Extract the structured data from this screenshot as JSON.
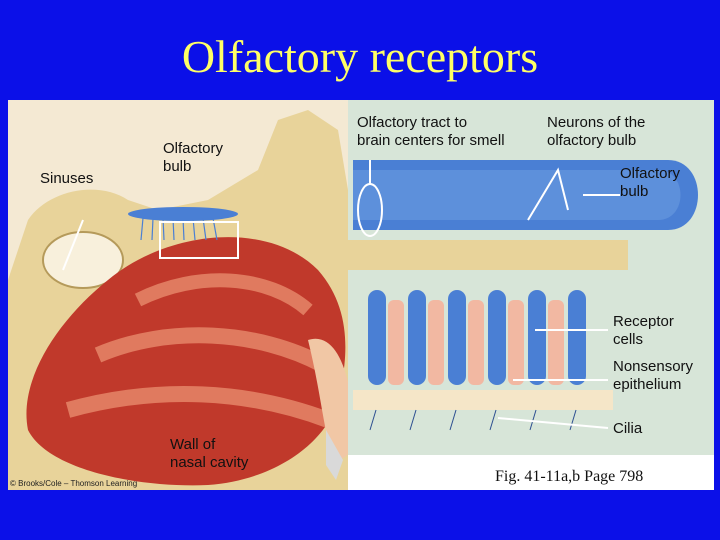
{
  "slide": {
    "title": "Olfactory receptors",
    "figure_ref": "Fig. 41-11a,b  Page 798",
    "credit": "© Brooks/Cole – Thomson Learning"
  },
  "labels": {
    "sinuses": "Sinuses",
    "olfactory_bulb_left": "Olfactory\nbulb",
    "olfactory_tract": "Olfactory tract to\nbrain centers for smell",
    "neurons_bulb": "Neurons of the\nolfactory bulb",
    "olfactory_bulb_right": "Olfactory\nbulb",
    "receptor_cells": "Receptor\ncells",
    "nonsensory_epithelium": "Nonsensory\nepithelium",
    "cilia": "Cilia",
    "wall_nasal_cavity": "Wall of\nnasal cavity"
  },
  "colors": {
    "background": "#0b10e8",
    "title": "#ffff66",
    "bone": "#e8d39a",
    "tissue": "#c0392b",
    "bulb": "#4a7fd4",
    "panel": "#d7e5d8"
  }
}
